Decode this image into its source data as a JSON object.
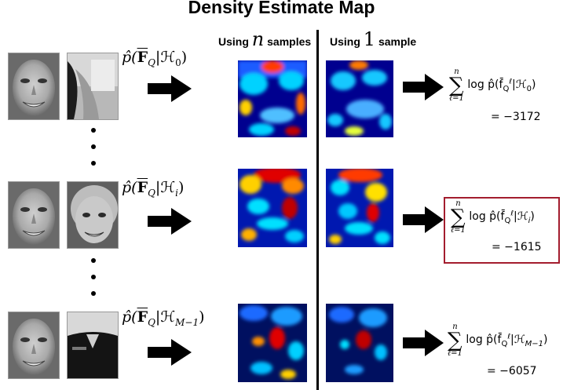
{
  "title": "Density Estimate Map",
  "headers": {
    "n_prefix": "Using ",
    "n_symbol": "n",
    "n_suffix": " samples",
    "one_prefix": "Using ",
    "one_symbol": "1",
    "one_suffix": " sample"
  },
  "rows": [
    {
      "formula_subscript": "0",
      "sum_upper": "n",
      "sum_lower": "ℓ=1",
      "sum_text": "log p̂(f̄",
      "hyp_subscript": "0",
      "result": "= −3172",
      "highlighted": false
    },
    {
      "formula_subscript": "i",
      "sum_upper": "n",
      "sum_lower": "ℓ=1",
      "sum_text": "log p̂(f̄",
      "hyp_subscript": "i",
      "result": "= −1615",
      "highlighted": true
    },
    {
      "formula_subscript": "M−1",
      "sum_upper": "n",
      "sum_lower": "ℓ=1",
      "sum_text": "log p̂(f̄",
      "hyp_subscript": "M−1",
      "result": "= −6057",
      "highlighted": false
    }
  ],
  "formula": {
    "prefix": "p̂(",
    "F": "F",
    "F_sub": "Q",
    "bar": "|",
    "H": "ℋ",
    "close": ")"
  },
  "colors": {
    "highlight_border": "#a31d2e",
    "density_low": "#00008f",
    "density_high": "#c00000"
  }
}
